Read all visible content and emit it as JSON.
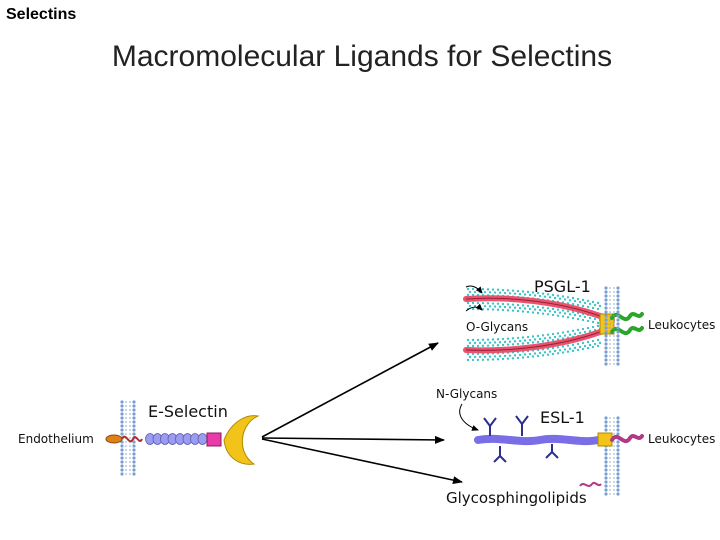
{
  "header": {
    "label": "Selectins",
    "title": "Macromolecular Ligands for Selectins"
  },
  "diagram": {
    "labels": {
      "endothelium": "Endothelium",
      "e_selectin": "E-Selectin",
      "psgl1": "PSGL-1",
      "o_glycans": "O-Glycans",
      "leukocytes_top": "Leukocytes",
      "n_glycans": "N-Glycans",
      "esl1": "ESL-1",
      "leukocytes_mid": "Leukocytes",
      "glycosphingolipids": "Glycosphingolipids"
    },
    "colors": {
      "membrane": "#7a9fd0",
      "psgl_chain": "#e8546e",
      "glycan_dots": "#3fc3c7",
      "esl_chain": "#7a6ee6",
      "n_glycan": "#2b2f8f",
      "selectin_beads": "#9b9bf0",
      "lectin_domain": "#f2c318",
      "egf_domain": "#e83aa8",
      "anchor_oval": "#e0801a",
      "wavy_green": "#2aa62a",
      "wavy_magenta": "#b03a86",
      "arrow": "#000000"
    }
  }
}
